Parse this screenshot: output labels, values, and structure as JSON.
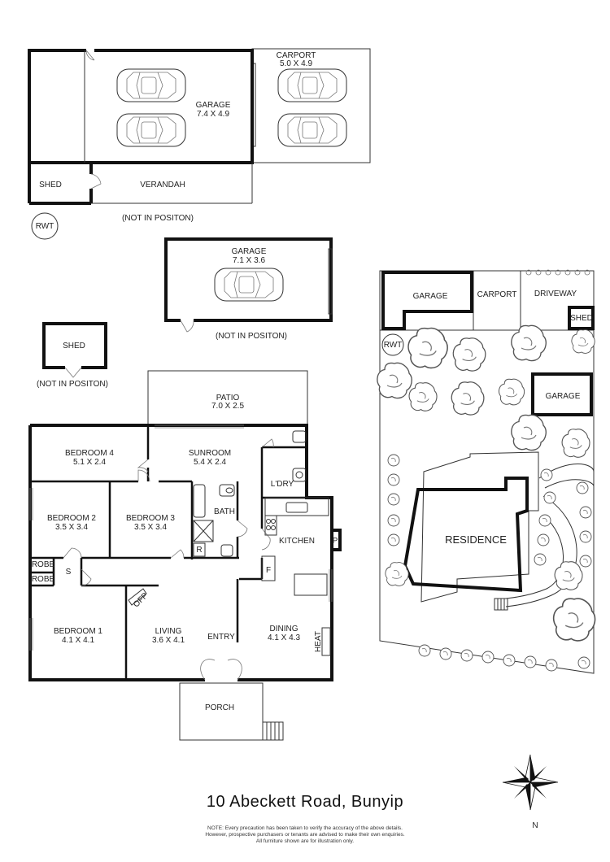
{
  "labels": {
    "garage_top": "GARAGE",
    "garage_top_dim": "7.4 X 4.9",
    "carport": "CARPORT",
    "carport_dim": "5.0 X 4.9",
    "shed_top": "SHED",
    "verandah": "VERANDAH",
    "rwt": "RWT",
    "not_in_position_1": "(NOT IN POSITON)",
    "garage_mid": "GARAGE",
    "garage_mid_dim": "7.1 X 3.6",
    "not_in_position_2": "(NOT IN POSITON)",
    "shed_mid": "SHED",
    "not_in_position_3": "(NOT IN POSITON)",
    "patio": "PATIO",
    "patio_dim": "7.0 X 2.5",
    "bedroom4": "BEDROOM 4",
    "bedroom4_dim": "5.1 X 2.4",
    "sunroom": "SUNROOM",
    "sunroom_dim": "5.4 X 2.4",
    "ldry": "L'DRY",
    "bedroom2": "BEDROOM 2",
    "bedroom2_dim": "3.5 X 3.4",
    "bedroom3": "BEDROOM 3",
    "bedroom3_dim": "3.5 X 3.4",
    "bath": "BATH",
    "r": "R",
    "kitchen": "KITCHEN",
    "p": "P",
    "robe1": "ROBE",
    "robe2": "ROBE",
    "s": "S",
    "f": "F",
    "ofp": "OFP",
    "bedroom1": "BEDROOM 1",
    "bedroom1_dim": "4.1 X 4.1",
    "living": "LIVING",
    "living_dim": "3.6 X 4.1",
    "entry": "ENTRY",
    "dining": "DINING",
    "dining_dim": "4.1 X 4.3",
    "heat": "HEAT",
    "porch": "PORCH"
  },
  "site": {
    "garage": "GARAGE",
    "carport": "CARPORT",
    "driveway": "DRIVEWAY",
    "shed": "SHED",
    "rwt": "RWT",
    "garage2": "GARAGE",
    "residence": "RESIDENCE"
  },
  "compass": {
    "north": "N"
  },
  "address": "10 Abeckett Road, Bunyip",
  "disclaimer": {
    "line1": "NOTE: Every precaution has been taken to verify the accuracy of the above details.",
    "line2": "However, prospective purchasers or tenants are advised to make their own enquiries.",
    "line3": "All furniture shown are for illustration only."
  }
}
